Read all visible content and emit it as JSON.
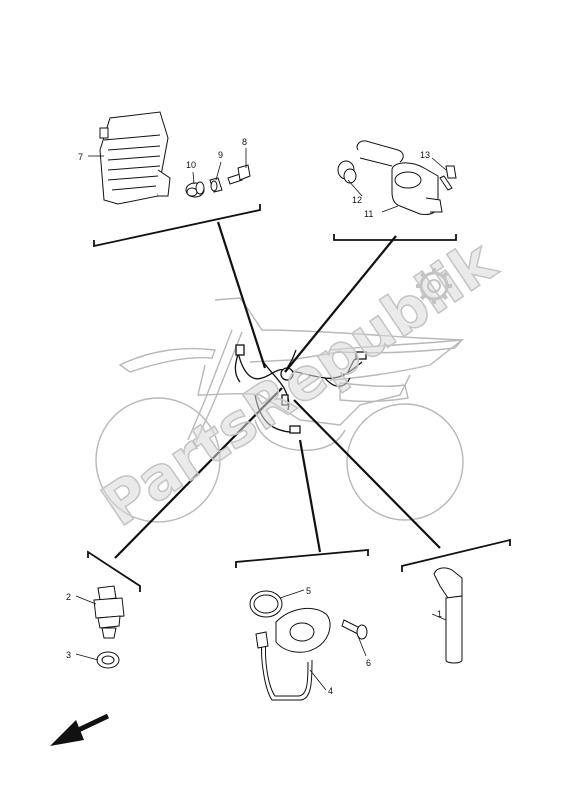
{
  "watermark": {
    "text": "PartsRepublik"
  },
  "callouts": {
    "p1": "1",
    "p2": "2",
    "p3": "3",
    "p4": "4",
    "p5": "5",
    "p6": "6",
    "p7": "7",
    "p8": "8",
    "p9": "9",
    "p10": "10",
    "p11": "11",
    "p12": "12",
    "p13": "13"
  },
  "colors": {
    "line": "#111111",
    "ghost": "#b8b8b8",
    "watermark": "#d9d9d9"
  },
  "icons": {
    "watermark_gear": "gear-icon",
    "front_arrow": "arrow-down-left-icon"
  }
}
